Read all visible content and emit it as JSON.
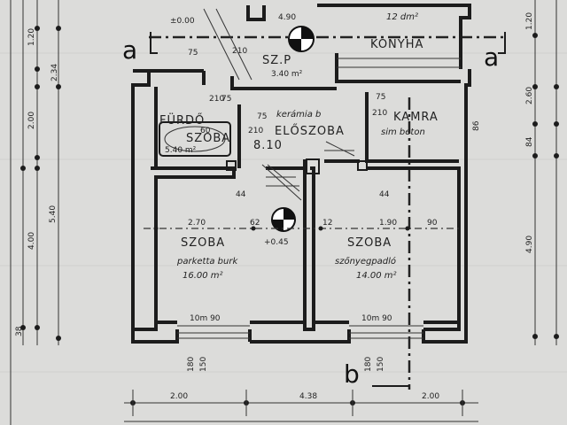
{
  "section_marks": {
    "a_left": "a",
    "a_right": "a",
    "b": "b"
  },
  "rooms": {
    "konyha": {
      "name": "KONYHA",
      "area": "12 dm²"
    },
    "kamra": {
      "name": "KAMRA",
      "finish": "sim beton",
      "code": "75"
    },
    "furdo": {
      "name1": "FÜRDŐ",
      "name2": "SZOBA",
      "area": "5.40 m²"
    },
    "eloszoba": {
      "name": "ELŐSZOBA",
      "finish": "kerámia b",
      "area": "8.10",
      "code": "75"
    },
    "szoba_left": {
      "name": "SZOBA",
      "finish": "parketta burk",
      "area": "16.00 m²",
      "level": "+0.45"
    },
    "szoba_right": {
      "name": "SZOBA",
      "finish": "szőnyegpadló",
      "area": "14.00 m²"
    },
    "szp": {
      "name": "SZ.P",
      "area": "3.40 m²"
    }
  },
  "levels": {
    "top": "±0.00"
  },
  "dimensions": {
    "bottom_left": "2.00",
    "bottom_mid": "4.38",
    "bottom_right": "2.00",
    "left_1": "1.20",
    "left_2": "2.34",
    "left_3": "2.00",
    "left_4": "4.00",
    "left_5": "5.40",
    "left_6": "38",
    "right_1": "1.20",
    "right_2": "2.60",
    "right_3": "84",
    "right_4": "4.90",
    "top_1": "4.90",
    "d_210_a": "210",
    "d_210_b": "210",
    "d_210_c": "210",
    "d_210_d": "210",
    "d_75_a": "75",
    "d_75_b": "75",
    "d_60": "60",
    "d_44_a": "44",
    "d_44_b": "44",
    "d_270": "2.70",
    "d_62": "62",
    "d_12": "12",
    "d_190": "1.90",
    "d_90": "90",
    "win_left": "10m 90",
    "win_right": "10m 90",
    "d_150_a": "150",
    "d_150_b": "150",
    "d_180_a": "180",
    "d_180_b": "180",
    "d_86": "86"
  }
}
